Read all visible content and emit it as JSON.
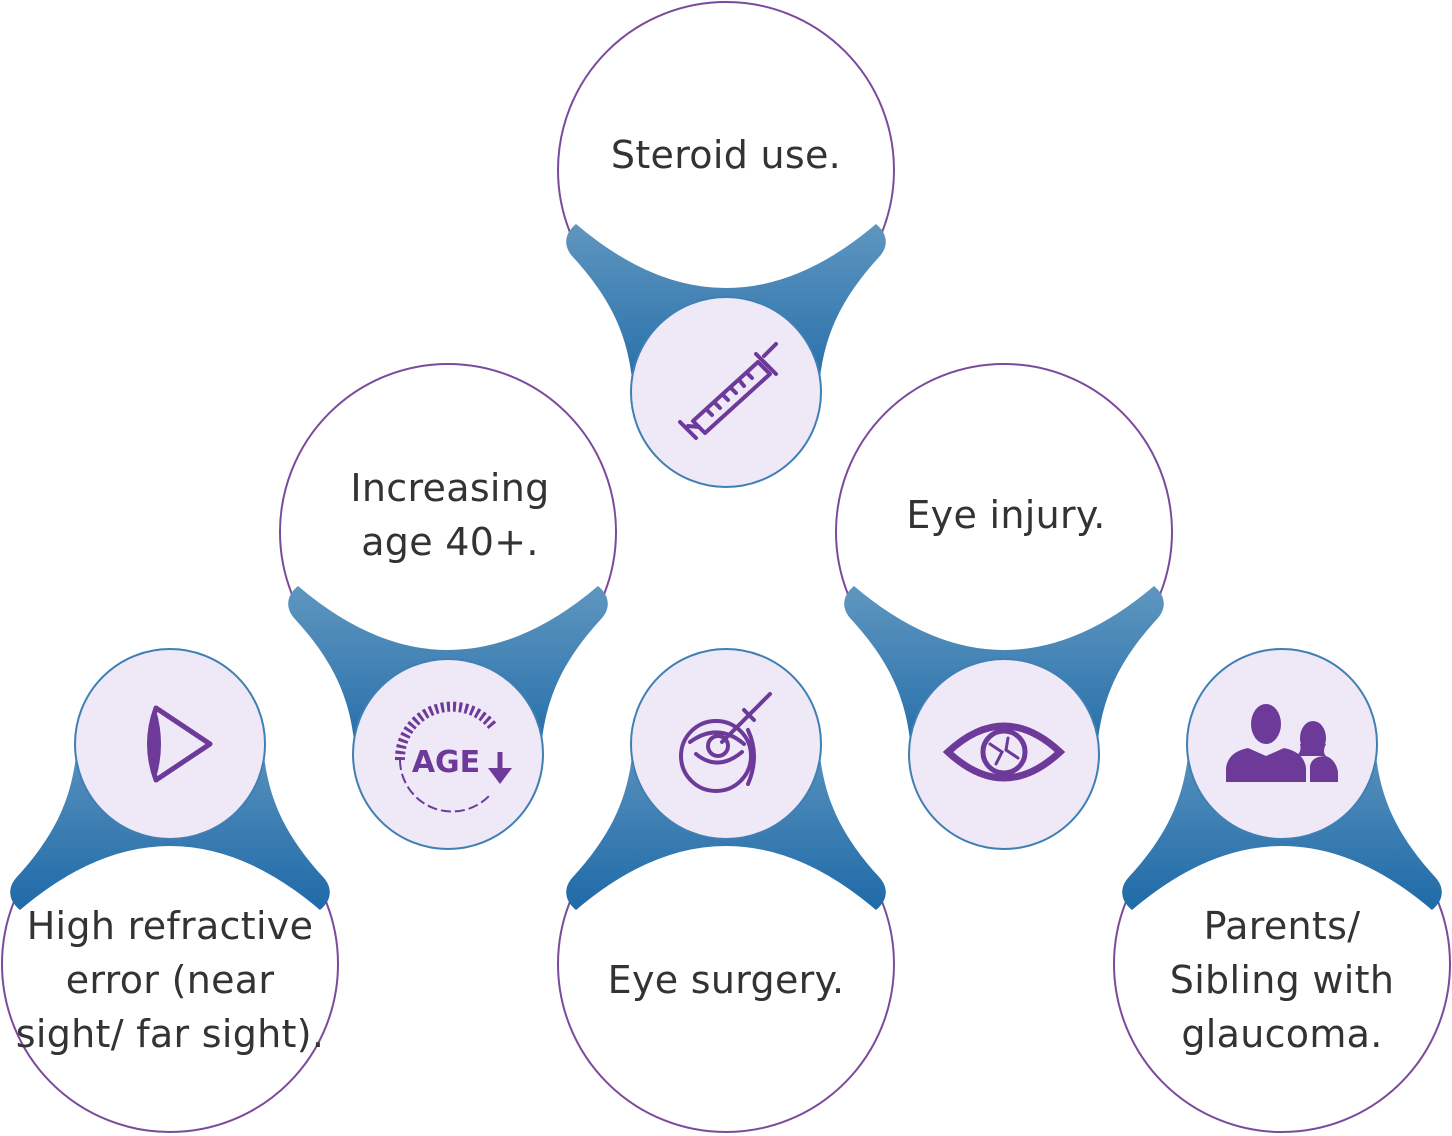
{
  "colors": {
    "connector_top": "#5f96bf",
    "connector_bottom": "#1f6aa8",
    "circle_outline": "#7a4a9c",
    "icon_circle_fill": "#efe8f6",
    "icon_circle_stroke": "#3f7fb3",
    "icon_color": "#6e3a9a",
    "text_color": "#333333"
  },
  "risk_factors": [
    {
      "id": "steroid",
      "text": "Steroid use.",
      "icon": "syringe-icon"
    },
    {
      "id": "age",
      "text": "Increasing\nage 40+.",
      "icon": "age-arrow-icon",
      "icon_text": "AGE"
    },
    {
      "id": "injury",
      "text": "Eye injury.",
      "icon": "injured-eye-icon"
    },
    {
      "id": "refractive",
      "text": "High refractive\nerror (near\nsight/ far sight).",
      "icon": "eye-profile-icon"
    },
    {
      "id": "surgery",
      "text": "Eye surgery.",
      "icon": "eye-surgery-icon"
    },
    {
      "id": "family",
      "text": "Parents/\nSibling with\nglaucoma.",
      "icon": "family-icon"
    }
  ]
}
